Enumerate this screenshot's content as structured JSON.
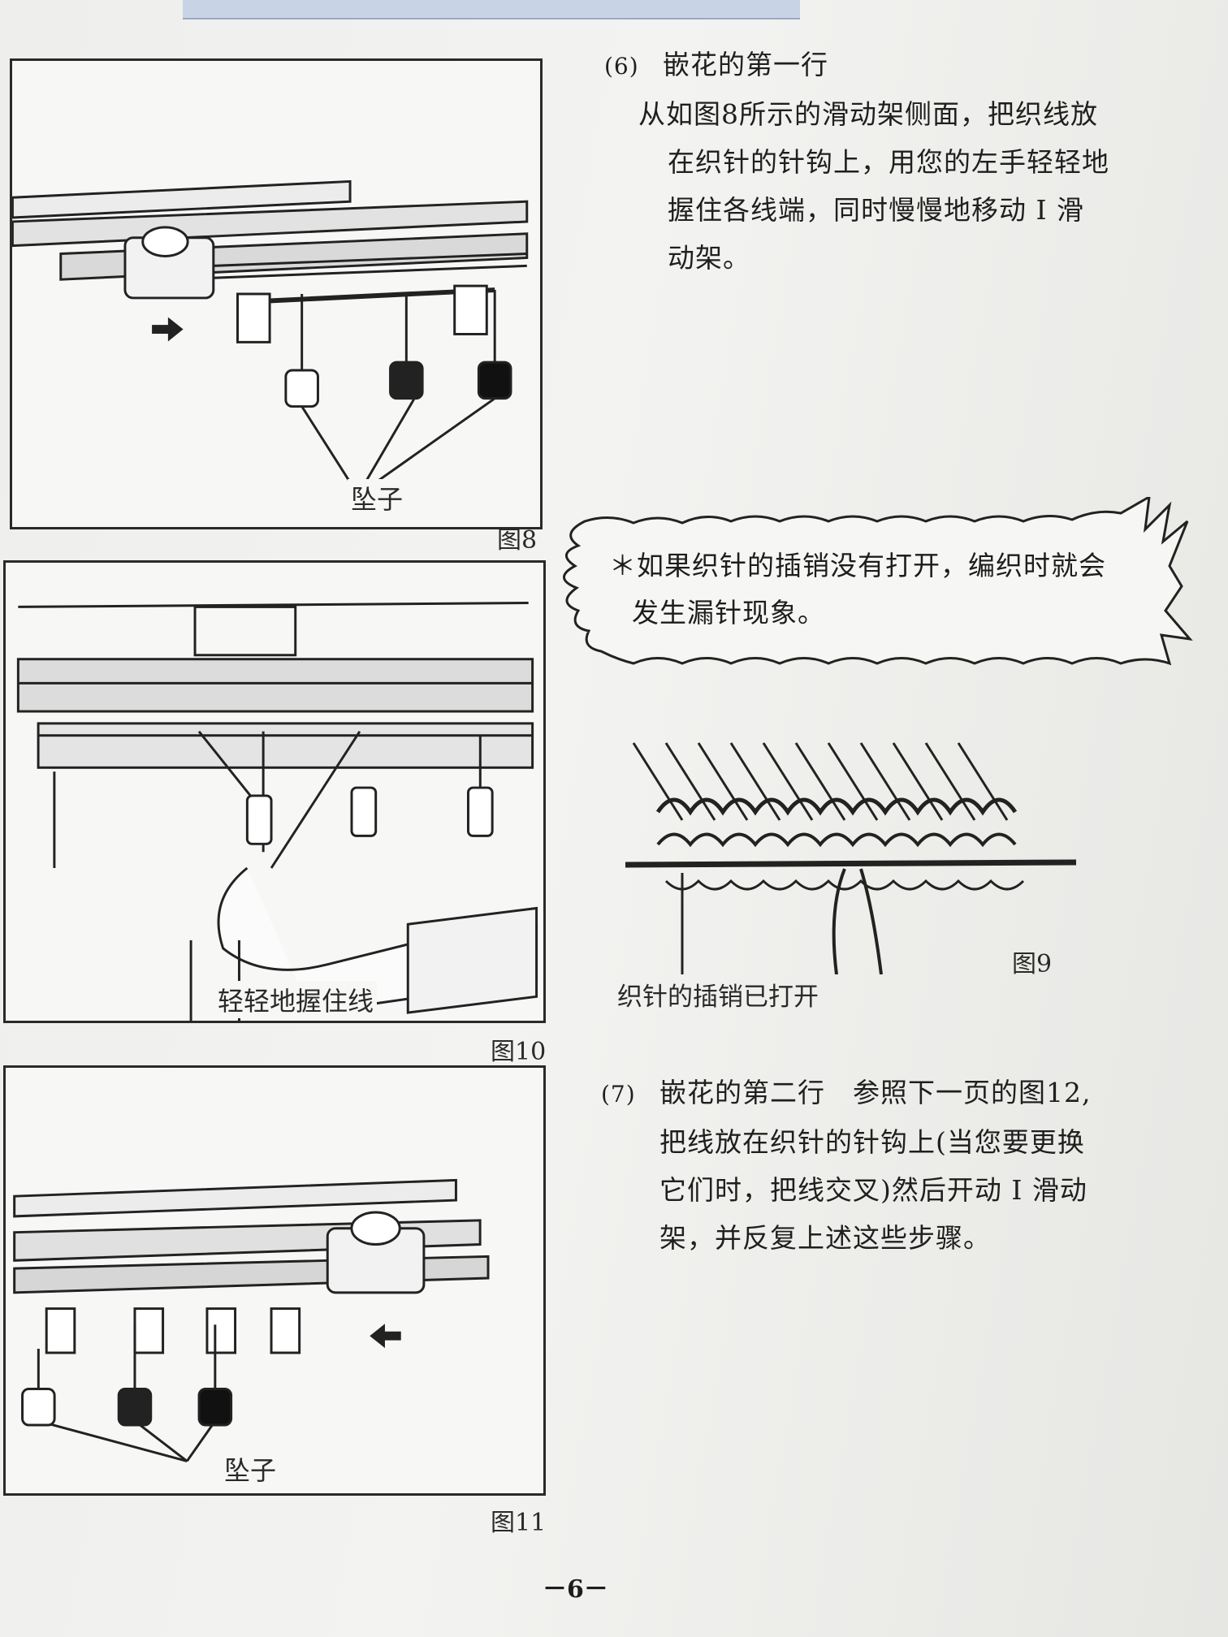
{
  "section6": {
    "number": "(6)",
    "heading": "嵌花的第一行",
    "lines": [
      "从如图8所示的滑动架侧面，把织线放",
      "在织针的针钩上，用您的左手轻轻地",
      "握住各线端，同时慢慢地移动 I 滑",
      "动架。"
    ]
  },
  "note": {
    "lines": [
      "＊如果织针的插销没有打开，编织时就会",
      "发生漏针现象。"
    ]
  },
  "section7": {
    "number": "(7)",
    "heading": "嵌花的第二行　参照下一页的图12,",
    "lines": [
      "把线放在织针的针钩上(当您要更换",
      "它们时，把线交叉)然后开动 I 滑动",
      "架，并反复上述这些步骤。"
    ]
  },
  "figures": {
    "fig8": {
      "caption": "图8",
      "label": "坠子"
    },
    "fig9": {
      "caption": "图9",
      "label": "织针的插销已打开"
    },
    "fig10": {
      "caption": "图10",
      "label": "轻轻地握住线"
    },
    "fig11": {
      "caption": "图11",
      "label": "坠子"
    }
  },
  "page_number": "－6－"
}
